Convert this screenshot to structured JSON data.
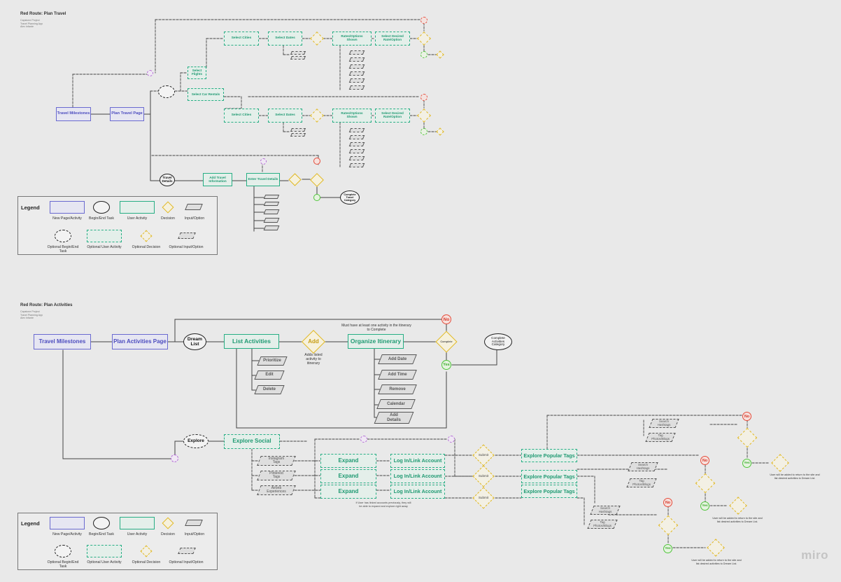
{
  "top_section": {
    "title": "Red Route: Plan Travel",
    "subtitle": "Capstone Project\nTravel Planning App\nAlex Infante",
    "nodes": {
      "travel_milestones": "Travel Milestones",
      "plan_travel_page": "Plan Travel Page",
      "select_flights": "Select Flights",
      "select_car_rentals": "Select Car Rentals",
      "select_cities_1": "Select Cities",
      "select_dates_1": "Select Dates",
      "rates_options_1": "Rates/Options\nShown",
      "select_desired_1": "Select Desired\nRate/Option",
      "select_cities_2": "Select Cities",
      "select_dates_2": "Select Dates",
      "rates_options_2": "Rates/Options\nShown",
      "select_desired_2": "Select Desired\nRate/Option",
      "travel_details": "Travel\nDetails",
      "add_travel_information": "Add Travel\nInformation",
      "enter_travel_details": "Enter Travel Details",
      "complete_travel_category": "Complete\nTravel\nCategory"
    }
  },
  "bottom_section": {
    "title": "Red Route: Plan Activities",
    "subtitle": "Capstone Project\nTravel Planning App\nAlex Infante",
    "nodes": {
      "travel_milestones": "Travel Milestones",
      "plan_activities_page": "Plan Activities Page",
      "dream_list": "Dream\nList",
      "list_activities": "List Activities",
      "add": "Add",
      "adds_note": "Adds listed\nactivity to\nitinerary",
      "organize_itinerary": "Organize Itinerary",
      "must_have_note": "Must have at least one activity in the itinerary\nto Complete",
      "complete": "Complete",
      "no": "No",
      "yes": "Yes",
      "complete_activities_category": "Complete\nActivities\nCategory",
      "prioritize": "Prioritize",
      "edit": "Edit",
      "delete": "Delete",
      "add_date": "Add Date",
      "add_time": "Add Time",
      "remove": "Remove",
      "calendar": "Calendar",
      "add_details": "Add\nDetails",
      "explore": "Explore",
      "explore_social": "Explore Social",
      "instagram_tags": "Instagram\nTags",
      "pinterest_tags": "Pinterest\nTags",
      "airbnb_experiences": "Airbnb\nExperiences",
      "expand_1": "Expand",
      "expand_2": "Expand",
      "expand_3": "Expand",
      "login_1": "Log In/Link Account",
      "login_2": "Log In/Link Account",
      "login_3": "Log In/Link Account",
      "submit_1": "Submit",
      "submit_2": "Submit",
      "submit_3": "Submit",
      "explore_tags_1": "Explore Popular Tags",
      "explore_tags_2": "Explore Popular Tags",
      "explore_tags_3": "Explore Popular Tags",
      "linked_note": "If User has linked accounts previously, they will\nbe able to expand and explore right away",
      "search_hashtags_1": "Search\nHashtags",
      "tag_photos_1": "Tag\nPhotos/Blogs",
      "search_hashtags_2": "Search\nHashtags",
      "tag_photos_2": "Tag\nPhotos/Blogs",
      "search_hashtags_3": "Search\nHashtags",
      "tag_photos_3": "Tag\nPhotos/Blogs",
      "no_1": "No",
      "no_2": "No",
      "no_3": "No",
      "yes_1": "Yes",
      "yes_2": "Yes",
      "yes_3": "Yes",
      "return_note_1": "User will be added to return to the site and\nlist desired activities to Dream List.",
      "return_note_2": "User will be added to return to the site and\nlist desired activities to Dream List.",
      "return_note_3": "User will be added to return to the site and\nlist desired activities to Dream List."
    }
  },
  "legend": {
    "title": "Legend",
    "items": {
      "new_page": "New Page/Activity",
      "begin_end": "Begin/End Task",
      "user_activity": "User Activity",
      "decision": "Decision",
      "input_option": "Input/Option",
      "optional_begin_end": "Optional Begin/End\nTask",
      "optional_user_activity": "Optional User Activity",
      "optional_decision": "Optional Decision",
      "optional_input_option": "Optional Input/Option"
    }
  },
  "watermark": "miro",
  "colors": {
    "page_blue": "#6a6ad0",
    "activity_green": "#27ae84",
    "decision_yellow": "#e0b824",
    "yes_green": "#4fc53a",
    "no_red": "#e54b3a",
    "optional_purple": "#b36ad6",
    "background": "#e9e9e9"
  }
}
